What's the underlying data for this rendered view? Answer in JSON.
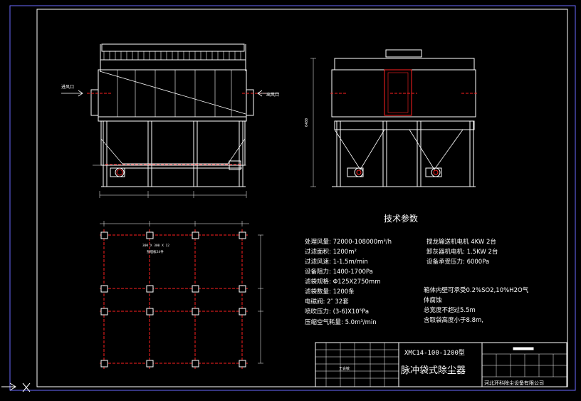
{
  "colors": {
    "background": "#000000",
    "line": "#ffffff",
    "accent_red": "#ff2020",
    "frame": "#ffffff"
  },
  "front_view": {
    "inlet_label": "进风口",
    "outlet_label": "出风口"
  },
  "side_view": {
    "height_dim": "6480"
  },
  "plan_view": {
    "note_dim": "300 X 300 X 12",
    "note_text": "预埋板24件"
  },
  "tech_params": {
    "title": "技术参数",
    "left": [
      "处理风量: 72000-108000m³/h",
      "过滤面积: 1200m²",
      "过滤风速: 1-1.5m/min",
      "设备阻力: 1400-1700Pa",
      "滤袋规格: Φ125X2750mm",
      "滤袋数量: 1200条",
      "电磁阀:    2″   32套",
      "喷吹压力: (3-6)X10⁵Pa",
      "压缩空气耗量: 5.0m³/min"
    ],
    "right": [
      "搅龙输送机电机    4KW  2台",
      "卸灰器机电机:    1.5KW 2台",
      "设备承受压力:    6000Pa"
    ],
    "notes": [
      "箱体内壁可承受0.2%SO2,10%H2O气",
      "体腐蚀",
      "总宽度不超过5.5m",
      "含取袋高度小于8.8m,"
    ]
  },
  "title_block": {
    "model": "XMC14-100-1200型",
    "name": "脉冲袋式除尘器",
    "company": "河北环科除尘设备有限公司",
    "assembly_label": "王会敏"
  }
}
